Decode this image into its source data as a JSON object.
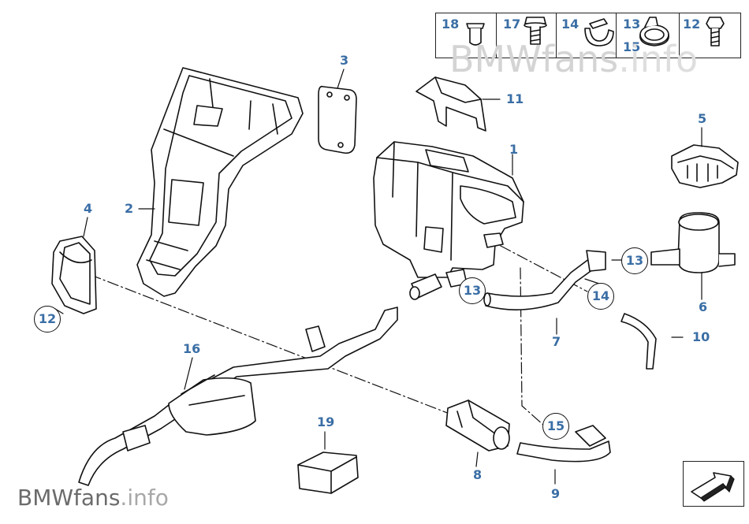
{
  "watermark": {
    "brand": "BMW",
    "suffix": "fans",
    "domain": ".info"
  },
  "callouts": {
    "c1": "1",
    "c2": "2",
    "c3": "3",
    "c4": "4",
    "c5": "5",
    "c6": "6",
    "c7": "7",
    "c8": "8",
    "c9": "9",
    "c10": "10",
    "c11": "11",
    "c12_right": "12",
    "c12_left": "12",
    "c13_left": "13",
    "c13_right": "13",
    "c14_main": "14",
    "c15_main": "15",
    "c16": "16",
    "c19": "19"
  },
  "legend": {
    "items": [
      {
        "label": "18"
      },
      {
        "label": "17"
      },
      {
        "label": "14"
      },
      {
        "label": "13"
      },
      {
        "label": "15"
      },
      {
        "label": "12"
      }
    ]
  },
  "colors": {
    "callout": "#3a6ea5",
    "line": "#111111",
    "watermark": "#9a9a9a"
  },
  "icons": {
    "nav": "arrow-next-icon"
  }
}
